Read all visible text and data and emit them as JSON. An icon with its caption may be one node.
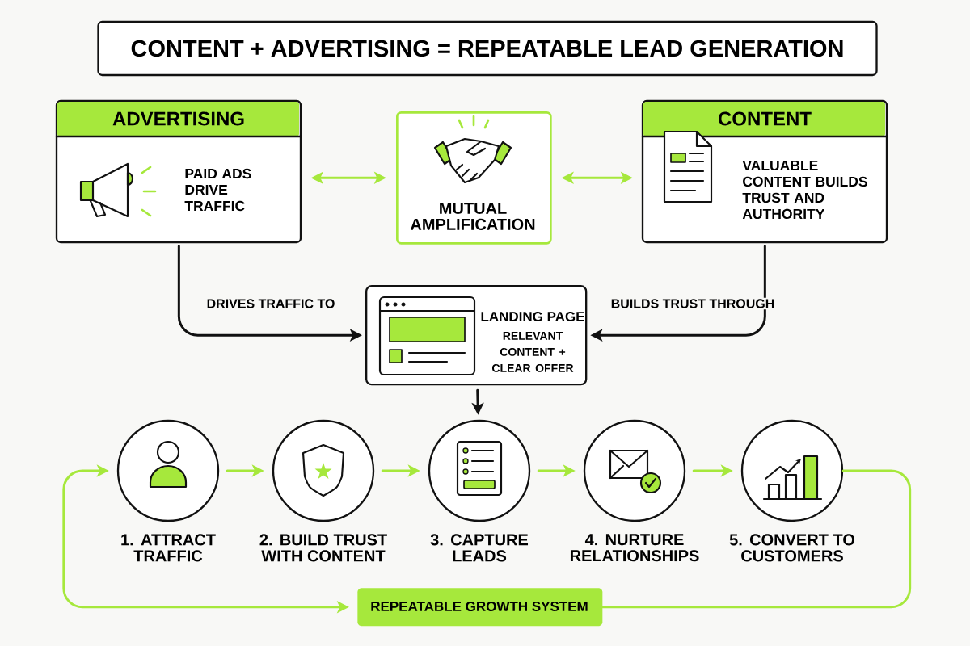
{
  "diagram": {
    "title": "CONTENT + ADVERTISING = REPEATABLE LEAD GENERATION",
    "nodes": [
      {
        "text": [
          "ADVERTISING",
          "PAID ADS DRIVE TRAFFIC"
        ]
      },
      {
        "text": [
          "MUTUAL AMPLIFICATION"
        ]
      },
      {
        "text": [
          "CONTENT",
          "VALUABLE CONTENT BUILDS TRUST AND AUTHORITY"
        ]
      },
      {
        "text": [
          "LANDING PAGE",
          "RELEVANT CONTENT + CLEAR OFFER"
        ]
      },
      {
        "text": [
          "1. ATTRACT TRAFFIC"
        ]
      },
      {
        "text": [
          "2. BUILD TRUST WITH CONTENT"
        ]
      },
      {
        "text": [
          "3. CAPTURE LEADS"
        ]
      },
      {
        "text": [
          "4. NURTURE RELATIONSHIPS"
        ]
      },
      {
        "text": [
          "5. CONVERT TO CUSTOMERS"
        ]
      },
      {
        "text": [
          "REPEATABLE GROWTH SYSTEM"
        ]
      }
    ],
    "edges": [
      {
        "from": 0,
        "to": 1,
        "arrow": "both"
      },
      {
        "from": 1,
        "to": 2,
        "arrow": "both"
      },
      {
        "from": 0,
        "to": 3,
        "arrow": "to",
        "label": "DRIVES TRAFFIC TO",
        "color": "#111111"
      },
      {
        "from": 2,
        "to": 3,
        "arrow": "to",
        "label": "BUILDS TRUST THROUGH",
        "color": "#111111"
      },
      {
        "from": 3,
        "to": 6,
        "arrow": "to",
        "color": "#111111"
      },
      {
        "from": 4,
        "to": 5,
        "arrow": "to"
      },
      {
        "from": 5,
        "to": 6,
        "arrow": "to"
      },
      {
        "from": 6,
        "to": 7,
        "arrow": "to"
      },
      {
        "from": 7,
        "to": 8,
        "arrow": "to"
      },
      {
        "from": 8,
        "to": 9,
        "arrow": "none"
      },
      {
        "from": 9,
        "to": 4,
        "arrow": "both"
      }
    ]
  }
}
